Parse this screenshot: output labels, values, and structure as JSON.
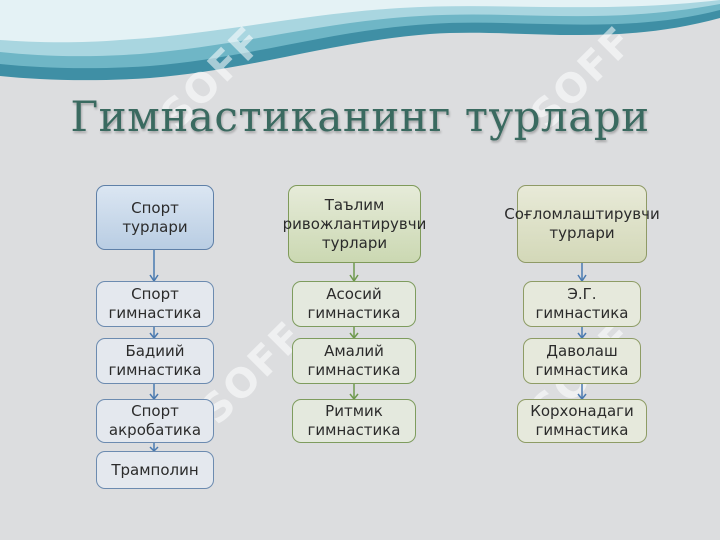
{
  "title": "Гимнастиканинг турлари",
  "watermark": "SOFF",
  "columns": [
    {
      "header": "Спорт турлари",
      "items": [
        "Спорт гимнастика",
        "Бадиий гимнастика",
        "Спорт акробатика",
        "Трамполин"
      ]
    },
    {
      "header": "Таълим ривожлантирувчи турлари",
      "items": [
        "Асосий гимнастика",
        "Амалий гимнастика",
        "Ритмик гимнастика"
      ]
    },
    {
      "header": "Соғломлаштирувчи турлари",
      "items": [
        "Э.Г. гимнастика",
        "Даволаш гимнастика",
        "Корхонадаги гимнастика"
      ]
    }
  ],
  "colors": {
    "title": "#3a6a60",
    "background": "#dcdddf",
    "col1_border": "#5f80a8",
    "col2_border": "#7f9a5a",
    "col3_border": "#8f9a66"
  }
}
